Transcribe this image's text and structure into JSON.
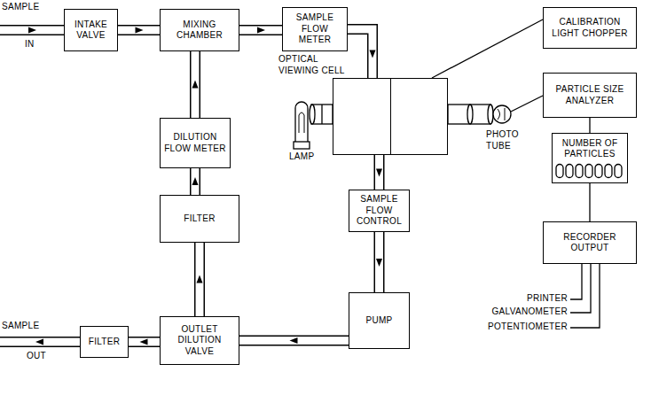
{
  "diagram": {
    "nodes": [
      {
        "text": [
          "INTAKE VALVE"
        ]
      },
      {
        "text": [
          "MIXING CHAMBER"
        ]
      },
      {
        "text": [
          "SAMPLE FLOW METER"
        ]
      },
      {
        "text": [
          "CALIBRATION LIGHT CHOPPER"
        ]
      },
      {
        "text": [
          "OPTICAL VIEWING CELL"
        ]
      },
      {
        "text": [
          "PARTICLE SIZE ANALYZER"
        ]
      },
      {
        "text": [
          "DILUTION FLOW METER"
        ]
      },
      {
        "text": [
          "NUMBER OF PARTICLES"
        ]
      },
      {
        "text": [
          "SAMPLE FLOW CONTROL"
        ]
      },
      {
        "text": [
          "FILTER"
        ]
      },
      {
        "text": [
          "RECORDER OUTPUT"
        ]
      },
      {
        "text": [
          "FILTER"
        ]
      },
      {
        "text": [
          "OUTLET DILUTION VALVE"
        ]
      },
      {
        "text": [
          "PUMP"
        ]
      }
    ],
    "edges": [
      {
        "from": 0,
        "to": 1,
        "arrow": "to"
      },
      {
        "from": 1,
        "to": 2,
        "arrow": "to"
      },
      {
        "from": 2,
        "to": 4,
        "arrow": "to"
      },
      {
        "from": 4,
        "to": 8,
        "arrow": "to"
      },
      {
        "from": 8,
        "to": 13,
        "arrow": "to"
      },
      {
        "from": 13,
        "to": 12,
        "arrow": "to"
      },
      {
        "from": 12,
        "to": 11,
        "arrow": "to"
      },
      {
        "from": 12,
        "to": 9,
        "arrow": "to"
      },
      {
        "from": 9,
        "to": 6,
        "arrow": "to"
      },
      {
        "from": 6,
        "to": 1,
        "arrow": "to"
      },
      {
        "from": 3,
        "to": 4,
        "arrow": "none"
      },
      {
        "from": 5,
        "to": 7,
        "arrow": "none"
      },
      {
        "from": 7,
        "to": 10,
        "arrow": "none"
      }
    ],
    "labels": [
      "SAMPLE",
      "IN",
      "LAMP",
      "PHOTO TUBE",
      "SAMPLE",
      "OUT",
      "PRINTER",
      "GALVANOMETER",
      "POTENTIOMETER"
    ]
  }
}
